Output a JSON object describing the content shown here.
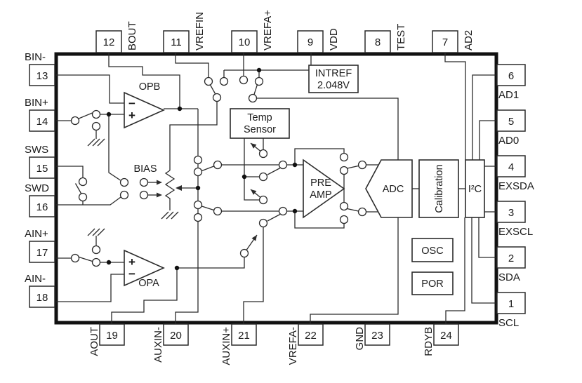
{
  "diagram": {
    "pins": {
      "top": [
        {
          "num": "12",
          "label": "BOUT"
        },
        {
          "num": "11",
          "label": "VREFIN"
        },
        {
          "num": "10",
          "label": "VREFA+"
        },
        {
          "num": "9",
          "label": "VDD"
        },
        {
          "num": "8",
          "label": "TEST"
        },
        {
          "num": "7",
          "label": "AD2"
        }
      ],
      "left": [
        {
          "num": "13",
          "label": "BIN-"
        },
        {
          "num": "14",
          "label": "BIN+"
        },
        {
          "num": "15",
          "label": "SWS"
        },
        {
          "num": "16",
          "label": "SWD"
        },
        {
          "num": "17",
          "label": "AIN+"
        },
        {
          "num": "18",
          "label": "AIN-"
        }
      ],
      "right": [
        {
          "num": "6",
          "label": "AD1"
        },
        {
          "num": "5",
          "label": "AD0"
        },
        {
          "num": "4",
          "label": "EXSDA"
        },
        {
          "num": "3",
          "label": "EXSCL"
        },
        {
          "num": "2",
          "label": "SDA"
        },
        {
          "num": "1",
          "label": "SCL"
        }
      ],
      "bottom": [
        {
          "num": "19",
          "label": "AOUT"
        },
        {
          "num": "20",
          "label": "AUXIN-"
        },
        {
          "num": "21",
          "label": "AUXIN+"
        },
        {
          "num": "22",
          "label": "VREFA-"
        },
        {
          "num": "23",
          "label": "GND"
        },
        {
          "num": "24",
          "label": "RDYB"
        }
      ]
    },
    "blocks": {
      "opb": "OPB",
      "opa": "OPA",
      "bias": "BIAS",
      "temp_sensor": {
        "line1": "Temp",
        "line2": "Sensor"
      },
      "intref": {
        "line1": "INTREF",
        "line2": "2.048V"
      },
      "preamp": {
        "line1": "PRE",
        "line2": "AMP"
      },
      "adc": "ADC",
      "calibration": "Calibration",
      "i2c": "I²C",
      "osc": "OSC",
      "por": "POR"
    },
    "opamp_signs": {
      "minus": "−",
      "plus": "+"
    },
    "colors": {
      "line": "#2b2b2b",
      "text": "#1a1a1a",
      "background": "#ffffff"
    }
  }
}
